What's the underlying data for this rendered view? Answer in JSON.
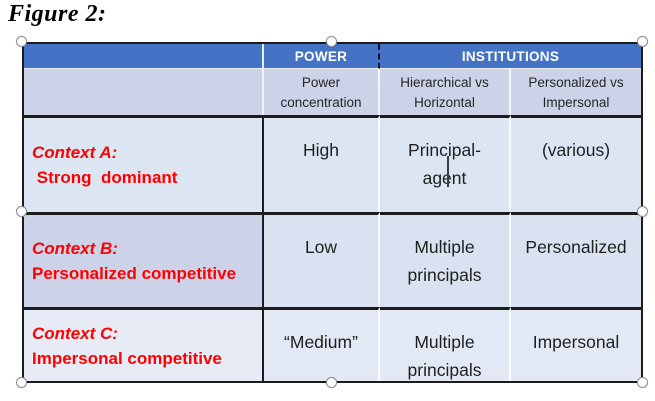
{
  "figure_label": "Figure 2:",
  "colors": {
    "header_bg": "#4472c4",
    "header_text": "#ffffff",
    "subheader_bg": "#ccd3e8",
    "row_a_bg": "#dce6f2",
    "row_b_bg": "#d9e2f0",
    "row_b_label_bg": "#ccd3e8",
    "row_c_bg": "#e2e9f4",
    "row_c_label_bg": "#e6ebf5",
    "context_text": "#ff0000",
    "border_black": "#1c1c1c",
    "cell_text": "#1f1f1f"
  },
  "header": {
    "power": "POWER",
    "institutions": "INSTITUTIONS"
  },
  "subheader": {
    "power_concentration": "Power\nconcentration",
    "hierarchical": "Hierarchical vs\nHorizontal",
    "personalized": "Personalized vs\nImpersonal"
  },
  "rows": [
    {
      "label_title": "Context A:",
      "label_subtitle": " Strong  dominant",
      "power_concentration": "High",
      "hierarchical": "Principal-\nagent",
      "personalized": "(various)"
    },
    {
      "label_title": "Context B:",
      "label_subtitle": "Personalized competitive",
      "power_concentration": "Low",
      "hierarchical": "Multiple\nprincipals",
      "personalized": "Personalized"
    },
    {
      "label_title": "Context C:",
      "label_subtitle": "Impersonal competitive",
      "power_concentration": "“Medium”",
      "hierarchical": "Multiple\nprincipals",
      "personalized": "Impersonal"
    }
  ]
}
